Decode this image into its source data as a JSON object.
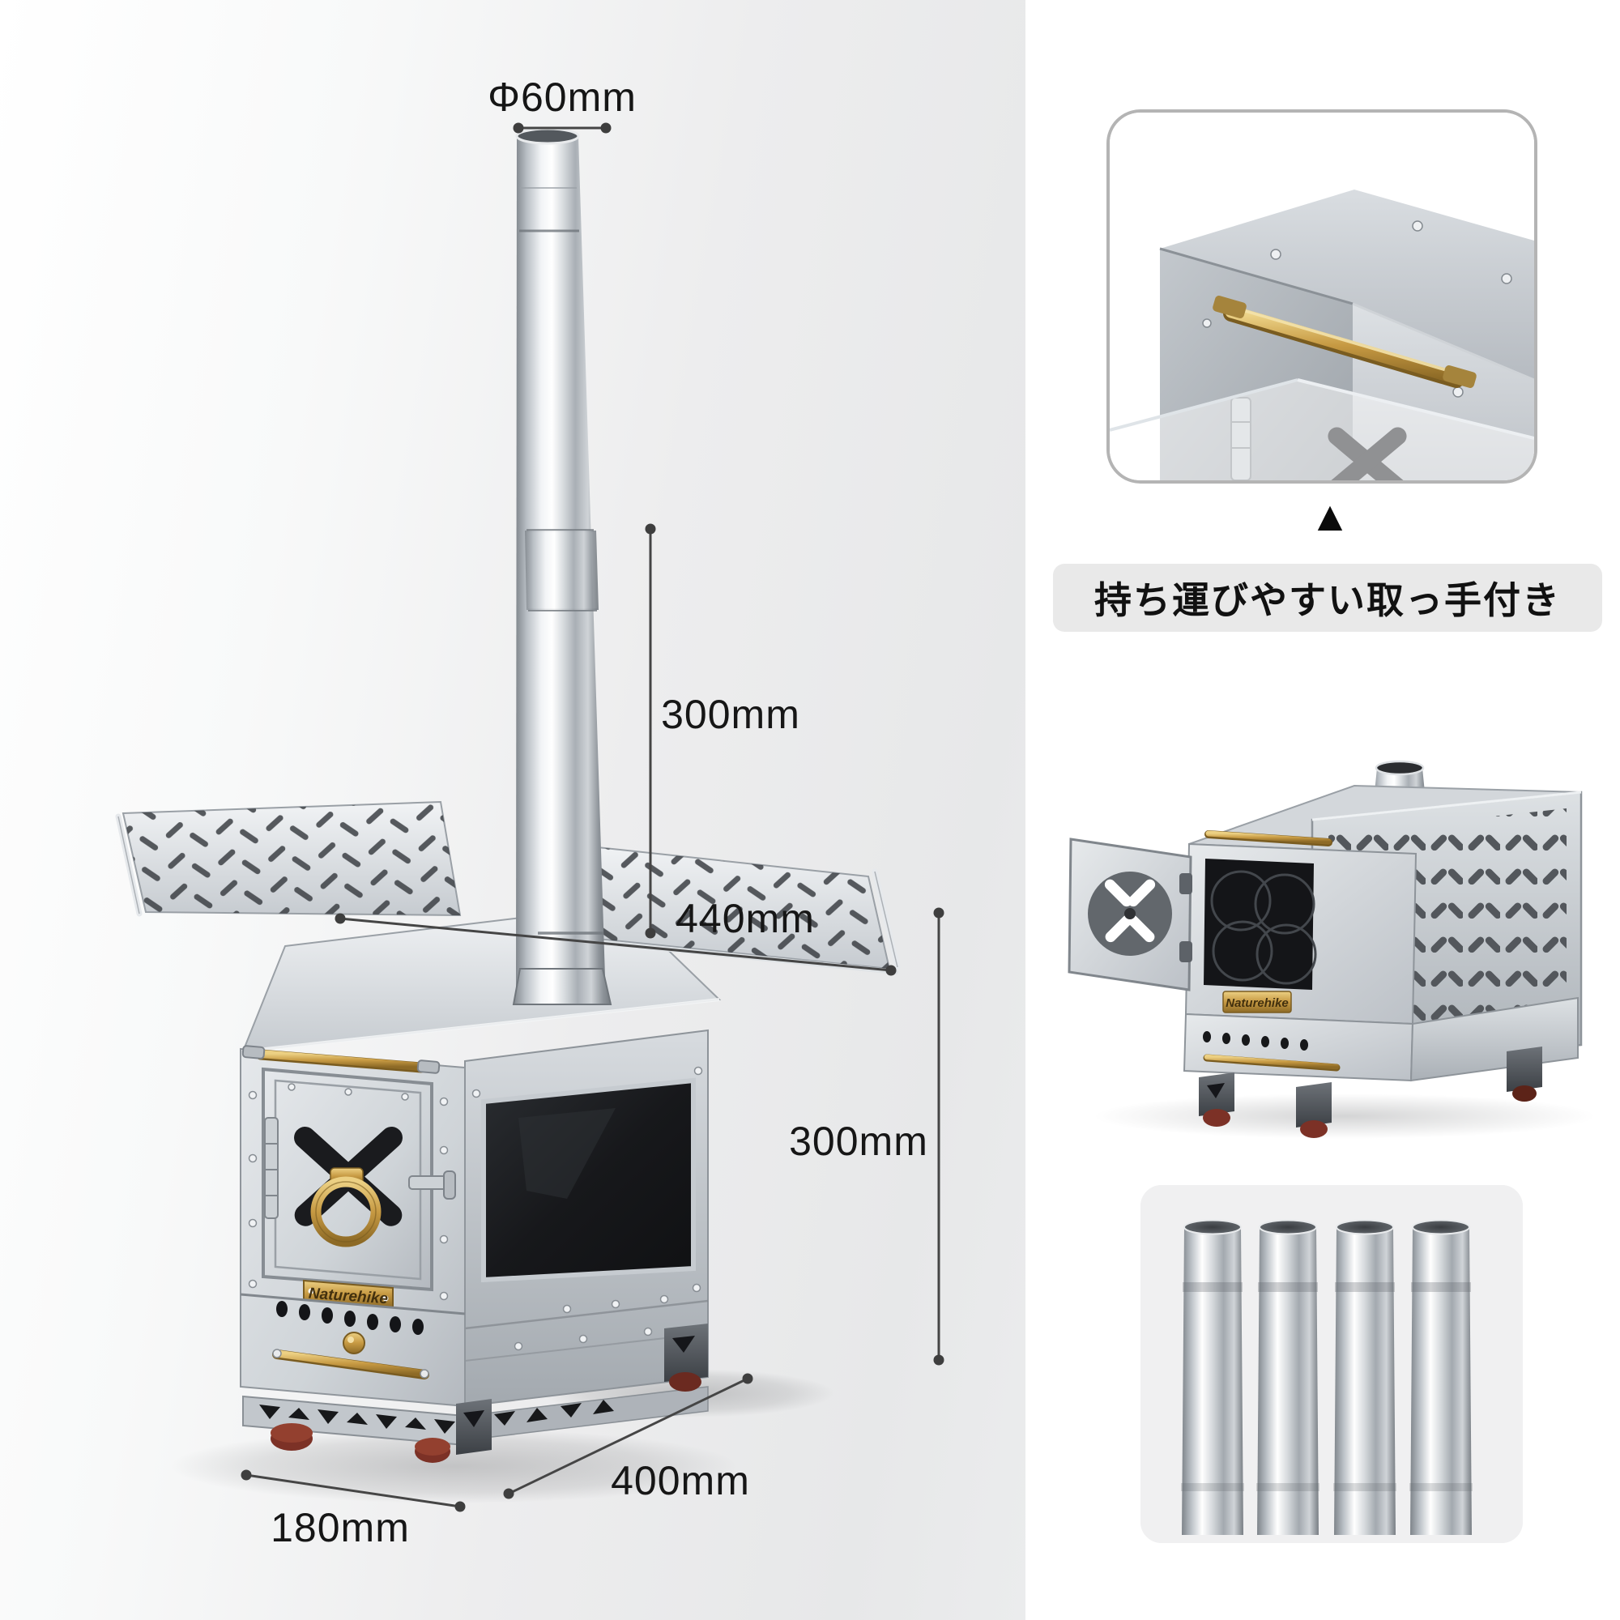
{
  "product": {
    "brand_badge": "Naturehike"
  },
  "dimension_labels": {
    "chimney_diameter": "Φ60mm",
    "chimney_pipe_length": "300mm",
    "table_width": "440mm",
    "body_height": "300mm",
    "body_depth": "400mm",
    "body_front_width": "180mm"
  },
  "handle_callout": {
    "pointer_icon": "▲",
    "text": "持ち運びやすい取っ手付き"
  },
  "colors": {
    "left_background_start": "#ffffff",
    "left_background_end": "#e7e8e9",
    "right_background": "#ffffff",
    "dimension_line": "#454545",
    "dimension_text": "#161616",
    "caption_background": "#e9e9e9",
    "caption_text": "#111111",
    "inset_card_border": "#b4b4b4",
    "pipes_card_background": "#f0f0f1",
    "brass_accent": "#c79a43",
    "window_glass": "#1d1f23",
    "foot_red": "#7c3126"
  }
}
